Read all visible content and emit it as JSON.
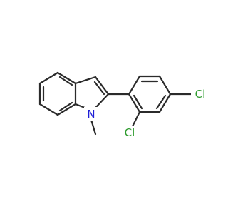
{
  "molecule": {
    "atom_labels": [
      {
        "id": "N",
        "text": "N",
        "color": "#1f1fd6"
      },
      {
        "id": "Cl1",
        "text": "Cl",
        "color": "#2e9b2e"
      },
      {
        "id": "Cl2",
        "text": "Cl",
        "color": "#2e9b2e"
      }
    ]
  }
}
